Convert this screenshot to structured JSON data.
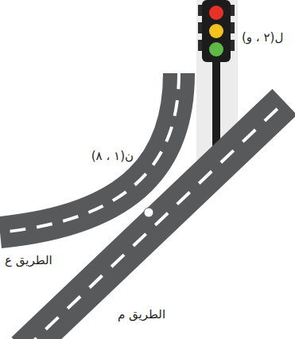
{
  "diagram": {
    "labels": [
      "ل(٢ ، و)",
      "ن(١ ، ٨)",
      "الطريق ع",
      "الطريق م"
    ]
  }
}
